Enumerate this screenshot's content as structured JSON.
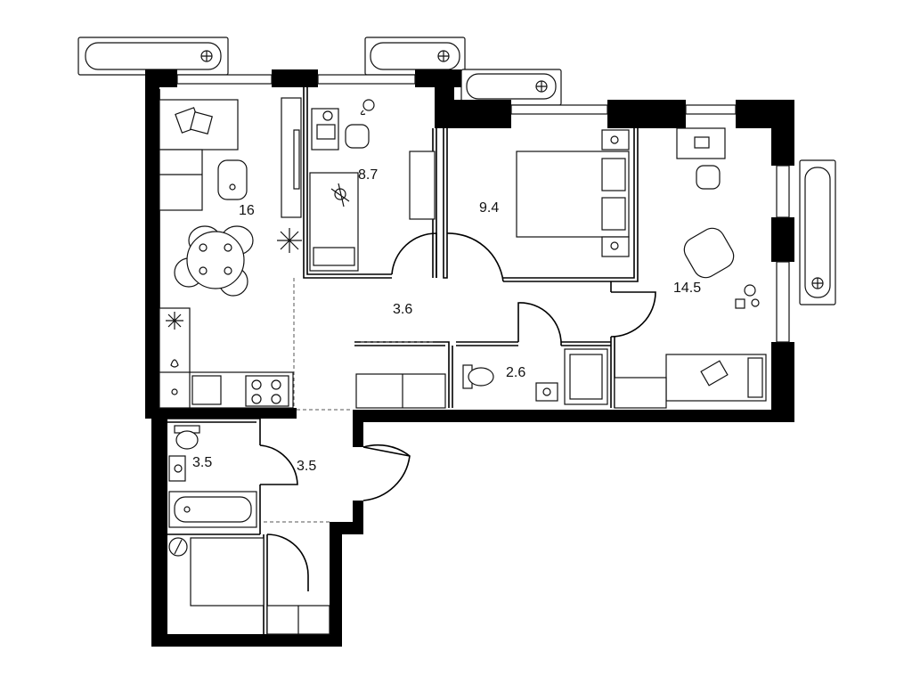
{
  "plan": {
    "rooms": [
      {
        "id": "living-kitchen",
        "area": "16"
      },
      {
        "id": "small-bedroom",
        "area": "8.7"
      },
      {
        "id": "bedroom",
        "area": "9.4"
      },
      {
        "id": "large-bedroom",
        "area": "14.5"
      },
      {
        "id": "hallway",
        "area": "3.6"
      },
      {
        "id": "shower-room",
        "area": "2.6"
      },
      {
        "id": "bathroom",
        "area": "3.5"
      },
      {
        "id": "entrance",
        "area": "3.5"
      }
    ]
  },
  "colors": {
    "wall": "#000000",
    "line": "#111111",
    "background": "#ffffff"
  },
  "icons": [
    "ac-unit-icon",
    "bed-icon",
    "sofa-icon",
    "toilet-icon",
    "sink-icon",
    "bathtub-icon",
    "shower-icon",
    "stove-icon",
    "plant-icon",
    "desk-icon",
    "chair-icon",
    "toys-icon"
  ]
}
